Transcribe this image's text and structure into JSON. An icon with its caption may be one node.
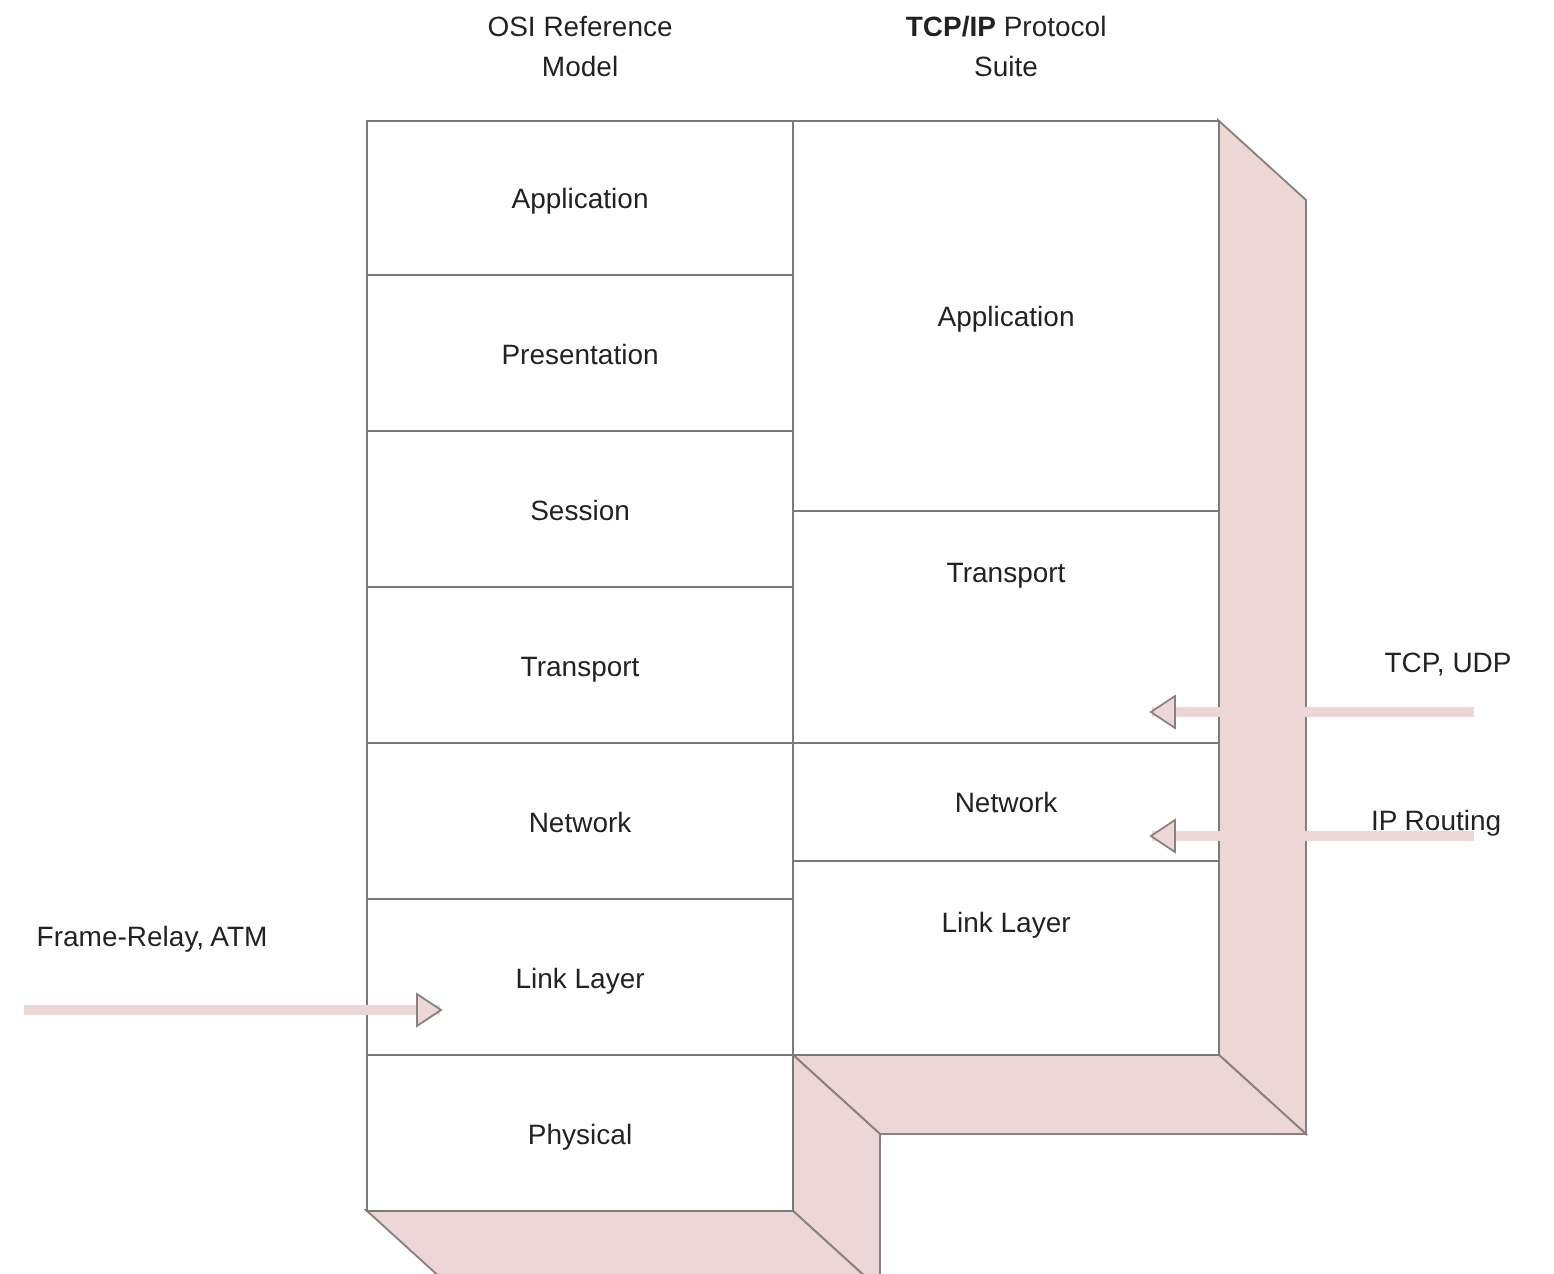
{
  "diagram": {
    "nodes": [
      {
        "text": [
          "Application"
        ]
      },
      {
        "text": [
          "Presentation"
        ]
      },
      {
        "text": [
          "Session"
        ]
      },
      {
        "text": [
          "Transport"
        ]
      },
      {
        "text": [
          "Network"
        ]
      },
      {
        "text": [
          "Link Layer"
        ]
      },
      {
        "text": [
          "Physical"
        ]
      },
      {
        "text": [
          "Application"
        ]
      },
      {
        "text": [
          "Transport"
        ]
      },
      {
        "text": [
          "Network"
        ]
      },
      {
        "text": [
          "Link Layer"
        ]
      },
      {
        "text": [
          "Frame-Relay, ATM"
        ]
      },
      {
        "text": [
          "TCP, UDP"
        ]
      },
      {
        "text": [
          "IP Routing"
        ]
      }
    ],
    "edges": [
      {
        "from": 11,
        "to": 5,
        "arrow": "to"
      },
      {
        "from": 12,
        "to": 8,
        "arrow": "to"
      },
      {
        "from": 13,
        "to": 9,
        "arrow": "to"
      }
    ],
    "labels": [
      "OSI Reference Model",
      "**TCP/IP** Protocol Suite"
    ]
  }
}
